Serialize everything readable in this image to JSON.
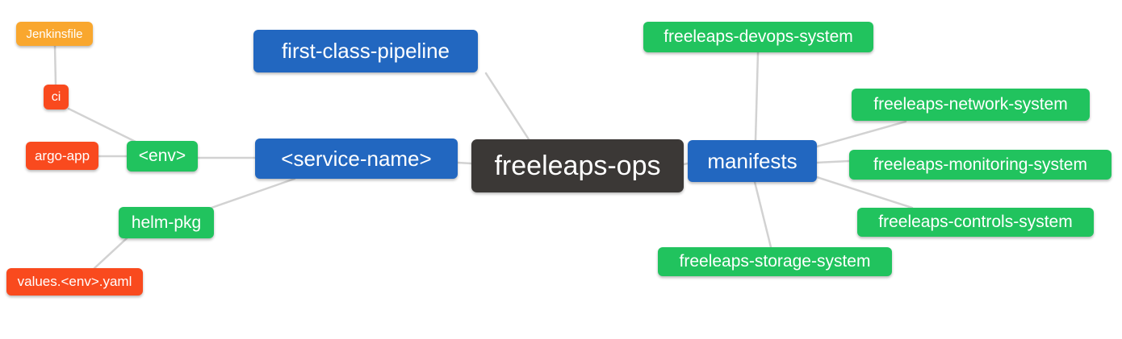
{
  "diagram": {
    "type": "mindmap",
    "root_id": "freeleaps_ops",
    "edge_color": "#d2d2d2",
    "palette": {
      "root_bg": "#3b3836",
      "branch_bg": "#2267c0",
      "sub_branch_bg": "#21c35e",
      "leaf_bg": "#f94a1e",
      "deep_leaf_bg": "#f9a72e",
      "text": "#ffffff",
      "canvas_bg": "#ffffff"
    }
  },
  "nodes": {
    "freeleaps_ops": {
      "label": "freeleaps-ops",
      "level": 0,
      "color": "#3b3836"
    },
    "first_class_pipeline": {
      "label": "first-class-pipeline",
      "level": 1,
      "color": "#2267c0"
    },
    "service_name": {
      "label": "<service-name>",
      "level": 1,
      "color": "#2267c0"
    },
    "manifests": {
      "label": "manifests",
      "level": 1,
      "color": "#2267c0"
    },
    "env": {
      "label": "<env>",
      "level": 2,
      "color": "#21c35e"
    },
    "helm_pkg": {
      "label": "helm-pkg",
      "level": 2,
      "color": "#21c35e"
    },
    "ci": {
      "label": "ci",
      "level": 3,
      "color": "#f94a1e"
    },
    "argo_app": {
      "label": "argo-app",
      "level": 3,
      "color": "#f94a1e"
    },
    "values_env_yaml": {
      "label": "values.<env>.yaml",
      "level": 3,
      "color": "#f94a1e"
    },
    "jenkinsfile": {
      "label": "Jenkinsfile",
      "level": 4,
      "color": "#f9a72e"
    },
    "devops_system": {
      "label": "freeleaps-devops-system",
      "level": 2,
      "color": "#21c35e"
    },
    "network_system": {
      "label": "freeleaps-network-system",
      "level": 2,
      "color": "#21c35e"
    },
    "monitoring_system": {
      "label": "freeleaps-monitoring-system",
      "level": 2,
      "color": "#21c35e"
    },
    "controls_system": {
      "label": "freeleaps-controls-system",
      "level": 2,
      "color": "#21c35e"
    },
    "storage_system": {
      "label": "freeleaps-storage-system",
      "level": 2,
      "color": "#21c35e"
    }
  },
  "edges": [
    {
      "from": "jenkinsfile",
      "to": "ci"
    },
    {
      "from": "ci",
      "to": "env"
    },
    {
      "from": "argo_app",
      "to": "env"
    },
    {
      "from": "env",
      "to": "service_name"
    },
    {
      "from": "helm_pkg",
      "to": "service_name"
    },
    {
      "from": "values_env_yaml",
      "to": "helm_pkg"
    },
    {
      "from": "first_class_pipeline",
      "to": "freeleaps_ops"
    },
    {
      "from": "service_name",
      "to": "freeleaps_ops"
    },
    {
      "from": "freeleaps_ops",
      "to": "manifests"
    },
    {
      "from": "manifests",
      "to": "devops_system"
    },
    {
      "from": "manifests",
      "to": "network_system"
    },
    {
      "from": "manifests",
      "to": "monitoring_system"
    },
    {
      "from": "manifests",
      "to": "controls_system"
    },
    {
      "from": "manifests",
      "to": "storage_system"
    }
  ]
}
